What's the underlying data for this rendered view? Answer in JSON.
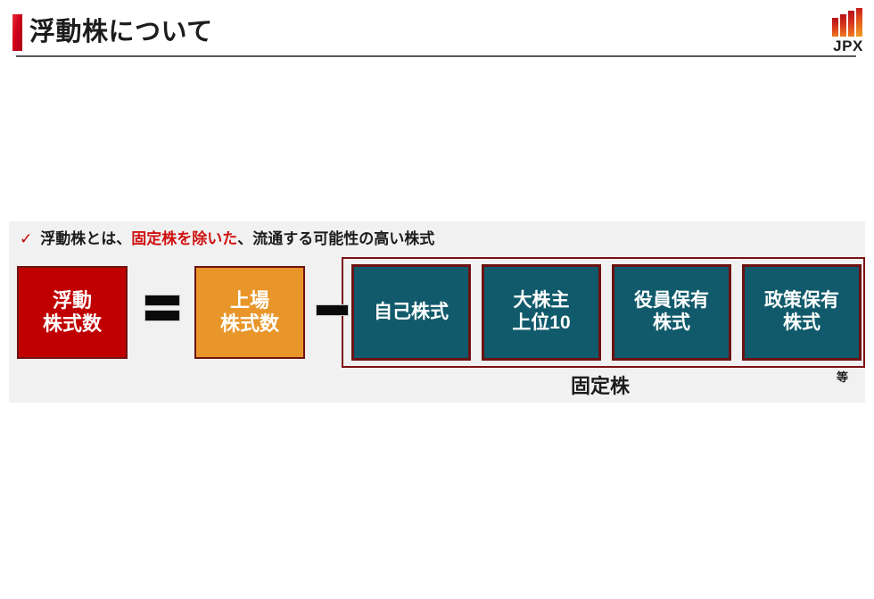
{
  "header": {
    "title": "浮動株について",
    "accent_color": "#c00000",
    "rule_color": "#5a5a5a",
    "logo": {
      "wordmark": "JPX",
      "bar_colors": [
        "#b4101a",
        "#d6321c",
        "#ef7d1e",
        "#f29b23"
      ]
    }
  },
  "panel": {
    "background_color": "#f1f1f1",
    "bullet": {
      "check": "✓",
      "text_before": "浮動株とは、",
      "text_highlight": "固定株を除いた",
      "text_after": "、流通する可能性の高い株式",
      "highlight_color": "#cf1111"
    },
    "formula": {
      "result_box": {
        "line1": "浮動",
        "line2": "株式数",
        "color": "#c00000"
      },
      "equals_sign": "=",
      "source_box": {
        "line1": "上場",
        "line2": "株式数",
        "color": "#e8962a"
      },
      "minus_sign": "−",
      "deduction_boxes": [
        {
          "line1": "自己株式",
          "line2": "",
          "color": "#105a6b"
        },
        {
          "line1": "大株主",
          "line2": "上位10",
          "color": "#105a6b"
        },
        {
          "line1": "役員保有",
          "line2": "株式",
          "color": "#105a6b"
        },
        {
          "line1": "政策保有",
          "line2": "株式",
          "color": "#105a6b"
        }
      ],
      "group_outline_color": "#7b1113",
      "group_label": "固定株",
      "etc_label": "等"
    }
  }
}
